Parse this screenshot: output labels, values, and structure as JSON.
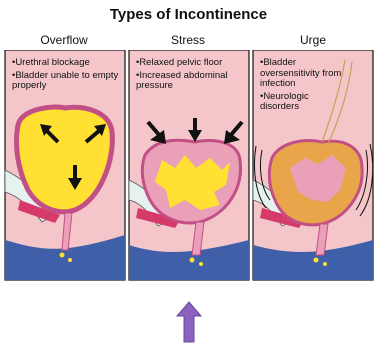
{
  "title": "Types of Incontinence",
  "panels": [
    {
      "label": "Overflow",
      "bullets": [
        "•Urethral blockage",
        "•Bladder unable to empty properly"
      ]
    },
    {
      "label": "Stress",
      "bullets": [
        "•Relaxed pelvic floor",
        "•Increased abdominal pressure"
      ]
    },
    {
      "label": "Urge",
      "bullets": [
        "•Bladder oversensitivity from infection",
        "•Neurologic disorders"
      ]
    }
  ],
  "colors": {
    "background_pink": "#f4c6c9",
    "bladder_wall": "#e9a0b8",
    "urine": "#ffe033",
    "pelvic_floor": "#3f5fa8",
    "muscle": "#d63a6a",
    "bone": "#e6f2f0",
    "urge_inner": "#e8a54a",
    "arrow_purple": "#8a62c0"
  }
}
